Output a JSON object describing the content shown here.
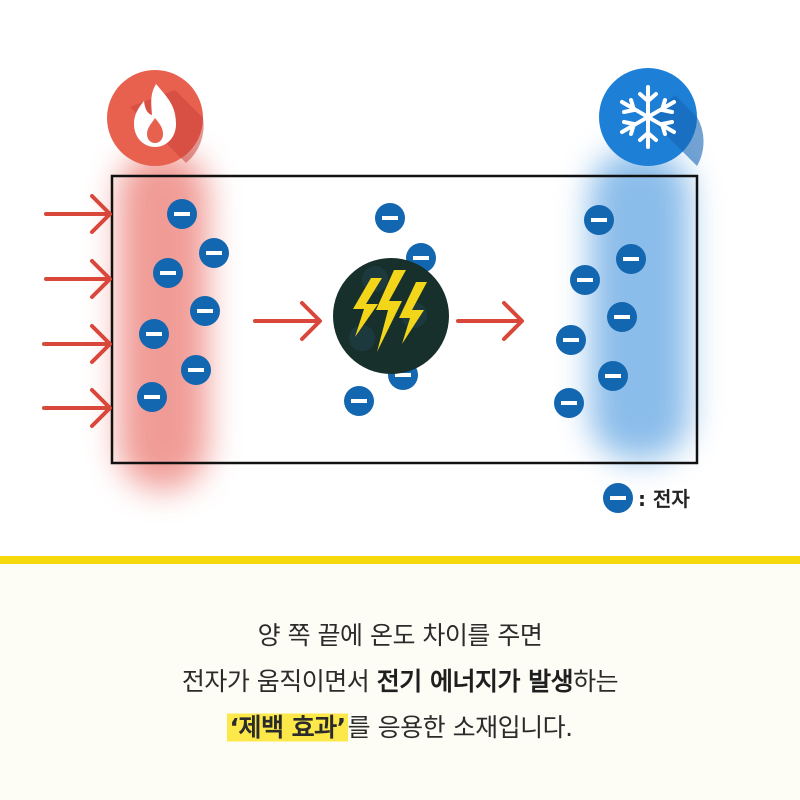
{
  "colors": {
    "hot": "#e8614e",
    "cold": "#1e7fd6",
    "electron": "#1366b0",
    "energy_dark": "#17302c",
    "bolt": "#f3d51a",
    "arrow": "#d9473a",
    "divider": "#f5d90a"
  },
  "icons": {
    "hot_side": "fire-icon",
    "cold_side": "snowflake-icon",
    "center": "lightning-bolt-icon",
    "electron": "minus-icon"
  },
  "legend": {
    "label": ": 전자"
  },
  "caption": {
    "line1": "양 쪽 끝에 온도 차이를 주면",
    "line2_prefix": "전자가 움직이면서 ",
    "line2_bold": "전기 에너지가 발생",
    "line2_suffix": "하는",
    "line3_highlight": "‘제백 효과’",
    "line3_suffix": "를 응용한 소재입니다."
  }
}
